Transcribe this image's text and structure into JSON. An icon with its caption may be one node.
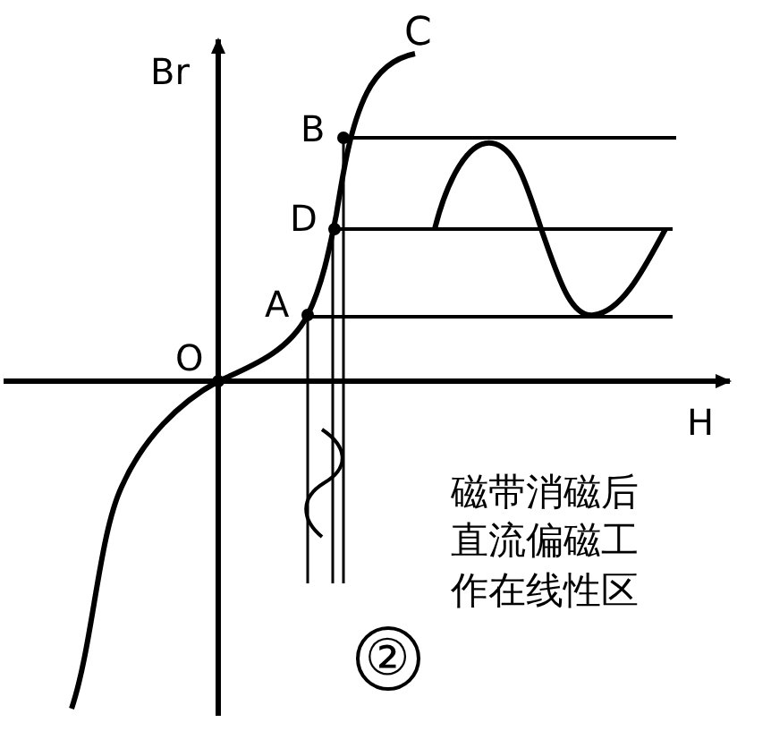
{
  "diagram": {
    "labels": [
      "Br",
      "C",
      "B",
      "D",
      "A",
      "O",
      "H",
      "磁带消磁后直流偏磁工作在线性区",
      "②"
    ]
  }
}
